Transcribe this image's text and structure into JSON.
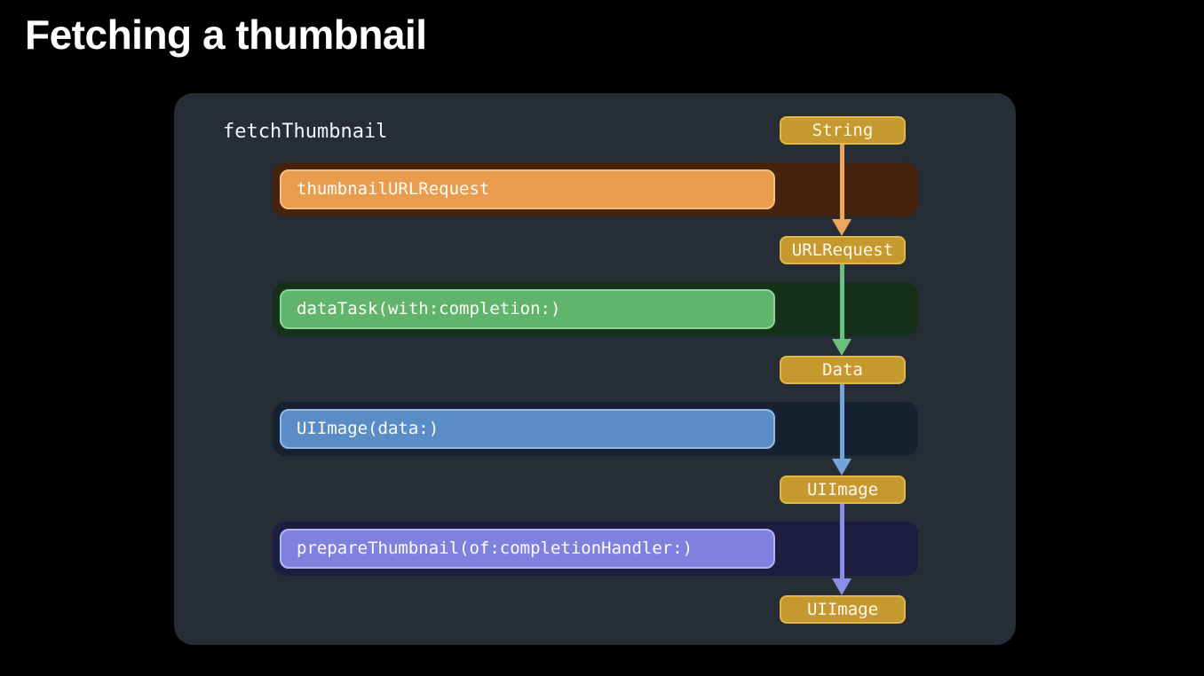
{
  "slide": {
    "title": "Fetching a thumbnail"
  },
  "colors": {
    "background": "#000000",
    "panel": "#272d36",
    "title_text": "#ffffff",
    "function_label_text": "#f2f2f6",
    "badge_bg": "#c6992e",
    "badge_border": "#dfb845",
    "badge_text": "#fcf7ed",
    "bar_label_text": "#fdfbf5"
  },
  "diagram": {
    "function_label": "fetchThumbnail",
    "type_badges": [
      "String",
      "URLRequest",
      "Data",
      "UIImage",
      "UIImage"
    ],
    "steps": [
      {
        "label": "thumbnailURLRequest",
        "bar_color": "#e99c4e",
        "bar_border": "#f3c182",
        "track_color": "#45230c",
        "arrow_color": "#efa55f"
      },
      {
        "label": "dataTask(with:completion:)",
        "bar_color": "#61b46c",
        "bar_border": "#90d49a",
        "track_color": "#15301b",
        "arrow_color": "#68c17d"
      },
      {
        "label": "UIImage(data:)",
        "bar_color": "#5a8cc8",
        "bar_border": "#93bce4",
        "track_color": "#16222f",
        "arrow_color": "#74a3da"
      },
      {
        "label": "prepareThumbnail(of:completionHandler:)",
        "bar_color": "#7e82de",
        "bar_border": "#b3b5ef",
        "track_color": "#1d1d41",
        "arrow_color": "#8a8ee6"
      }
    ]
  }
}
